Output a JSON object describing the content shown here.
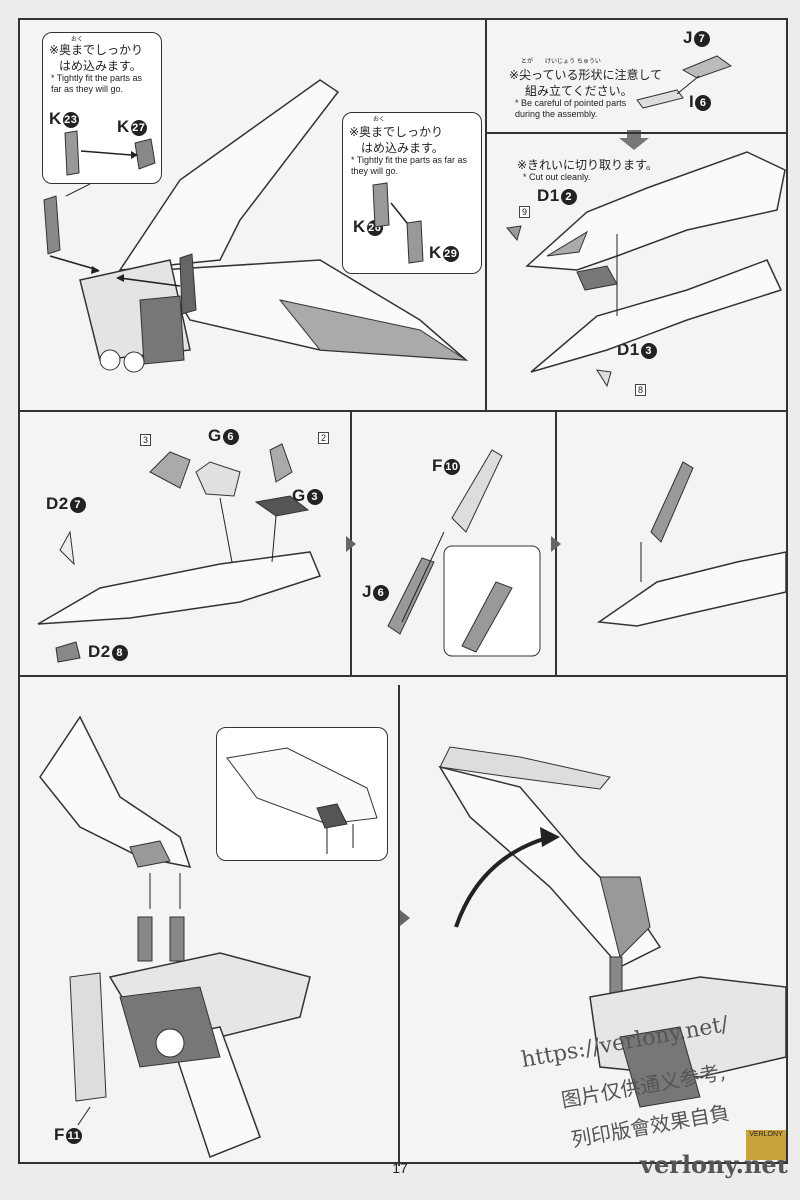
{
  "page_number": "17",
  "top_left": {
    "callout_a": {
      "ruby": "おく",
      "jp_line1": "※奥までしっかり",
      "jp_line2": "はめ込みます。",
      "en": "* Tightly fit the parts as far as they will go.",
      "part_a": "K",
      "part_a_num": "23",
      "part_b": "K",
      "part_b_num": "27"
    },
    "callout_b": {
      "ruby": "おく",
      "jp_line1": "※奥までしっかり",
      "jp_line2": "はめ込みます。",
      "en": "* Tightly fit the parts as far as they will go.",
      "part_a": "K",
      "part_a_num": "26",
      "part_b": "K",
      "part_b_num": "29"
    }
  },
  "top_right": {
    "note1": {
      "ruby": "とが　　けいじょう ちゅうい",
      "jp_line1": "※尖っている形状に注意して",
      "jp_line2": "組み立てください。",
      "en": "* Be careful of pointed parts during the assembly."
    },
    "part_j": "J",
    "part_j_num": "7",
    "part_i": "I",
    "part_i_num": "6",
    "note2": {
      "jp": "※きれいに切り取ります。",
      "en": "* Cut out cleanly."
    },
    "part_d1a": "D1",
    "part_d1a_num": "2",
    "part_d1b": "D1",
    "part_d1b_num": "3",
    "tag_9": "9",
    "tag_8": "8"
  },
  "middle": {
    "part_g6": "G",
    "part_g6_num": "6",
    "part_g3": "G",
    "part_g3_num": "3",
    "part_d27": "D2",
    "part_d27_num": "7",
    "part_d28": "D2",
    "part_d28_num": "8",
    "tag_3": "3",
    "tag_2": "2",
    "part_f10": "F",
    "part_f10_num": "10",
    "part_j6": "J",
    "part_j6_num": "6"
  },
  "bottom": {
    "part_f11": "F",
    "part_f11_num": "11"
  },
  "watermark": {
    "url1": "https://verlony.net/",
    "text1": "图片仅供通义参考,",
    "text2": "列印版會效果自負",
    "site": "verlony.net",
    "badge": "VERLONY"
  }
}
